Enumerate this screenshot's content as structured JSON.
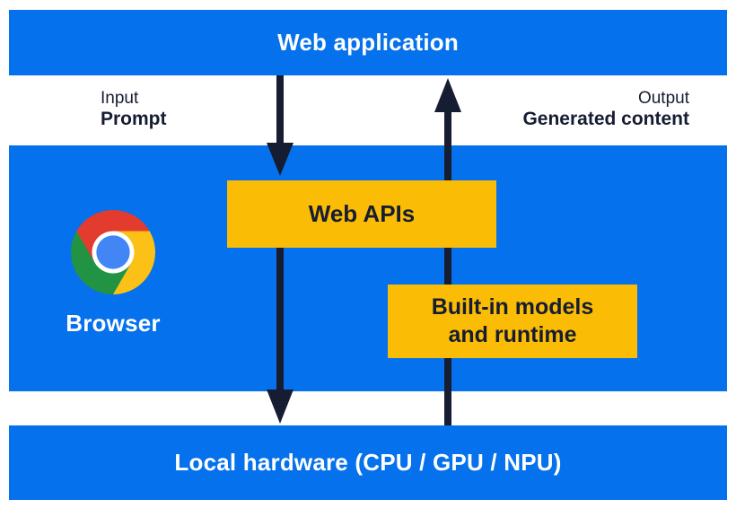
{
  "diagram": {
    "title_band": {
      "label": "Web application"
    },
    "input_label": {
      "caption": "Input",
      "value": "Prompt"
    },
    "output_label": {
      "caption": "Output",
      "value": "Generated content"
    },
    "browser_band": {
      "browser_label": "Browser",
      "web_apis_label": "Web APIs",
      "builtin_line1": "Built-in models",
      "builtin_line2": "and runtime"
    },
    "hardware_band": {
      "label": "Local hardware (CPU / GPU / NPU)"
    },
    "icons": {
      "browser_logo": "chrome-logo"
    },
    "colors": {
      "band_blue": "#0571ec",
      "accent_yellow": "#fbbc05",
      "ink_navy": "#161d33",
      "white": "#ffffff",
      "chrome_red": "#e33b2e",
      "chrome_yellow": "#fbc116",
      "chrome_green": "#229342",
      "chrome_inner_blue": "#4285f4"
    }
  }
}
